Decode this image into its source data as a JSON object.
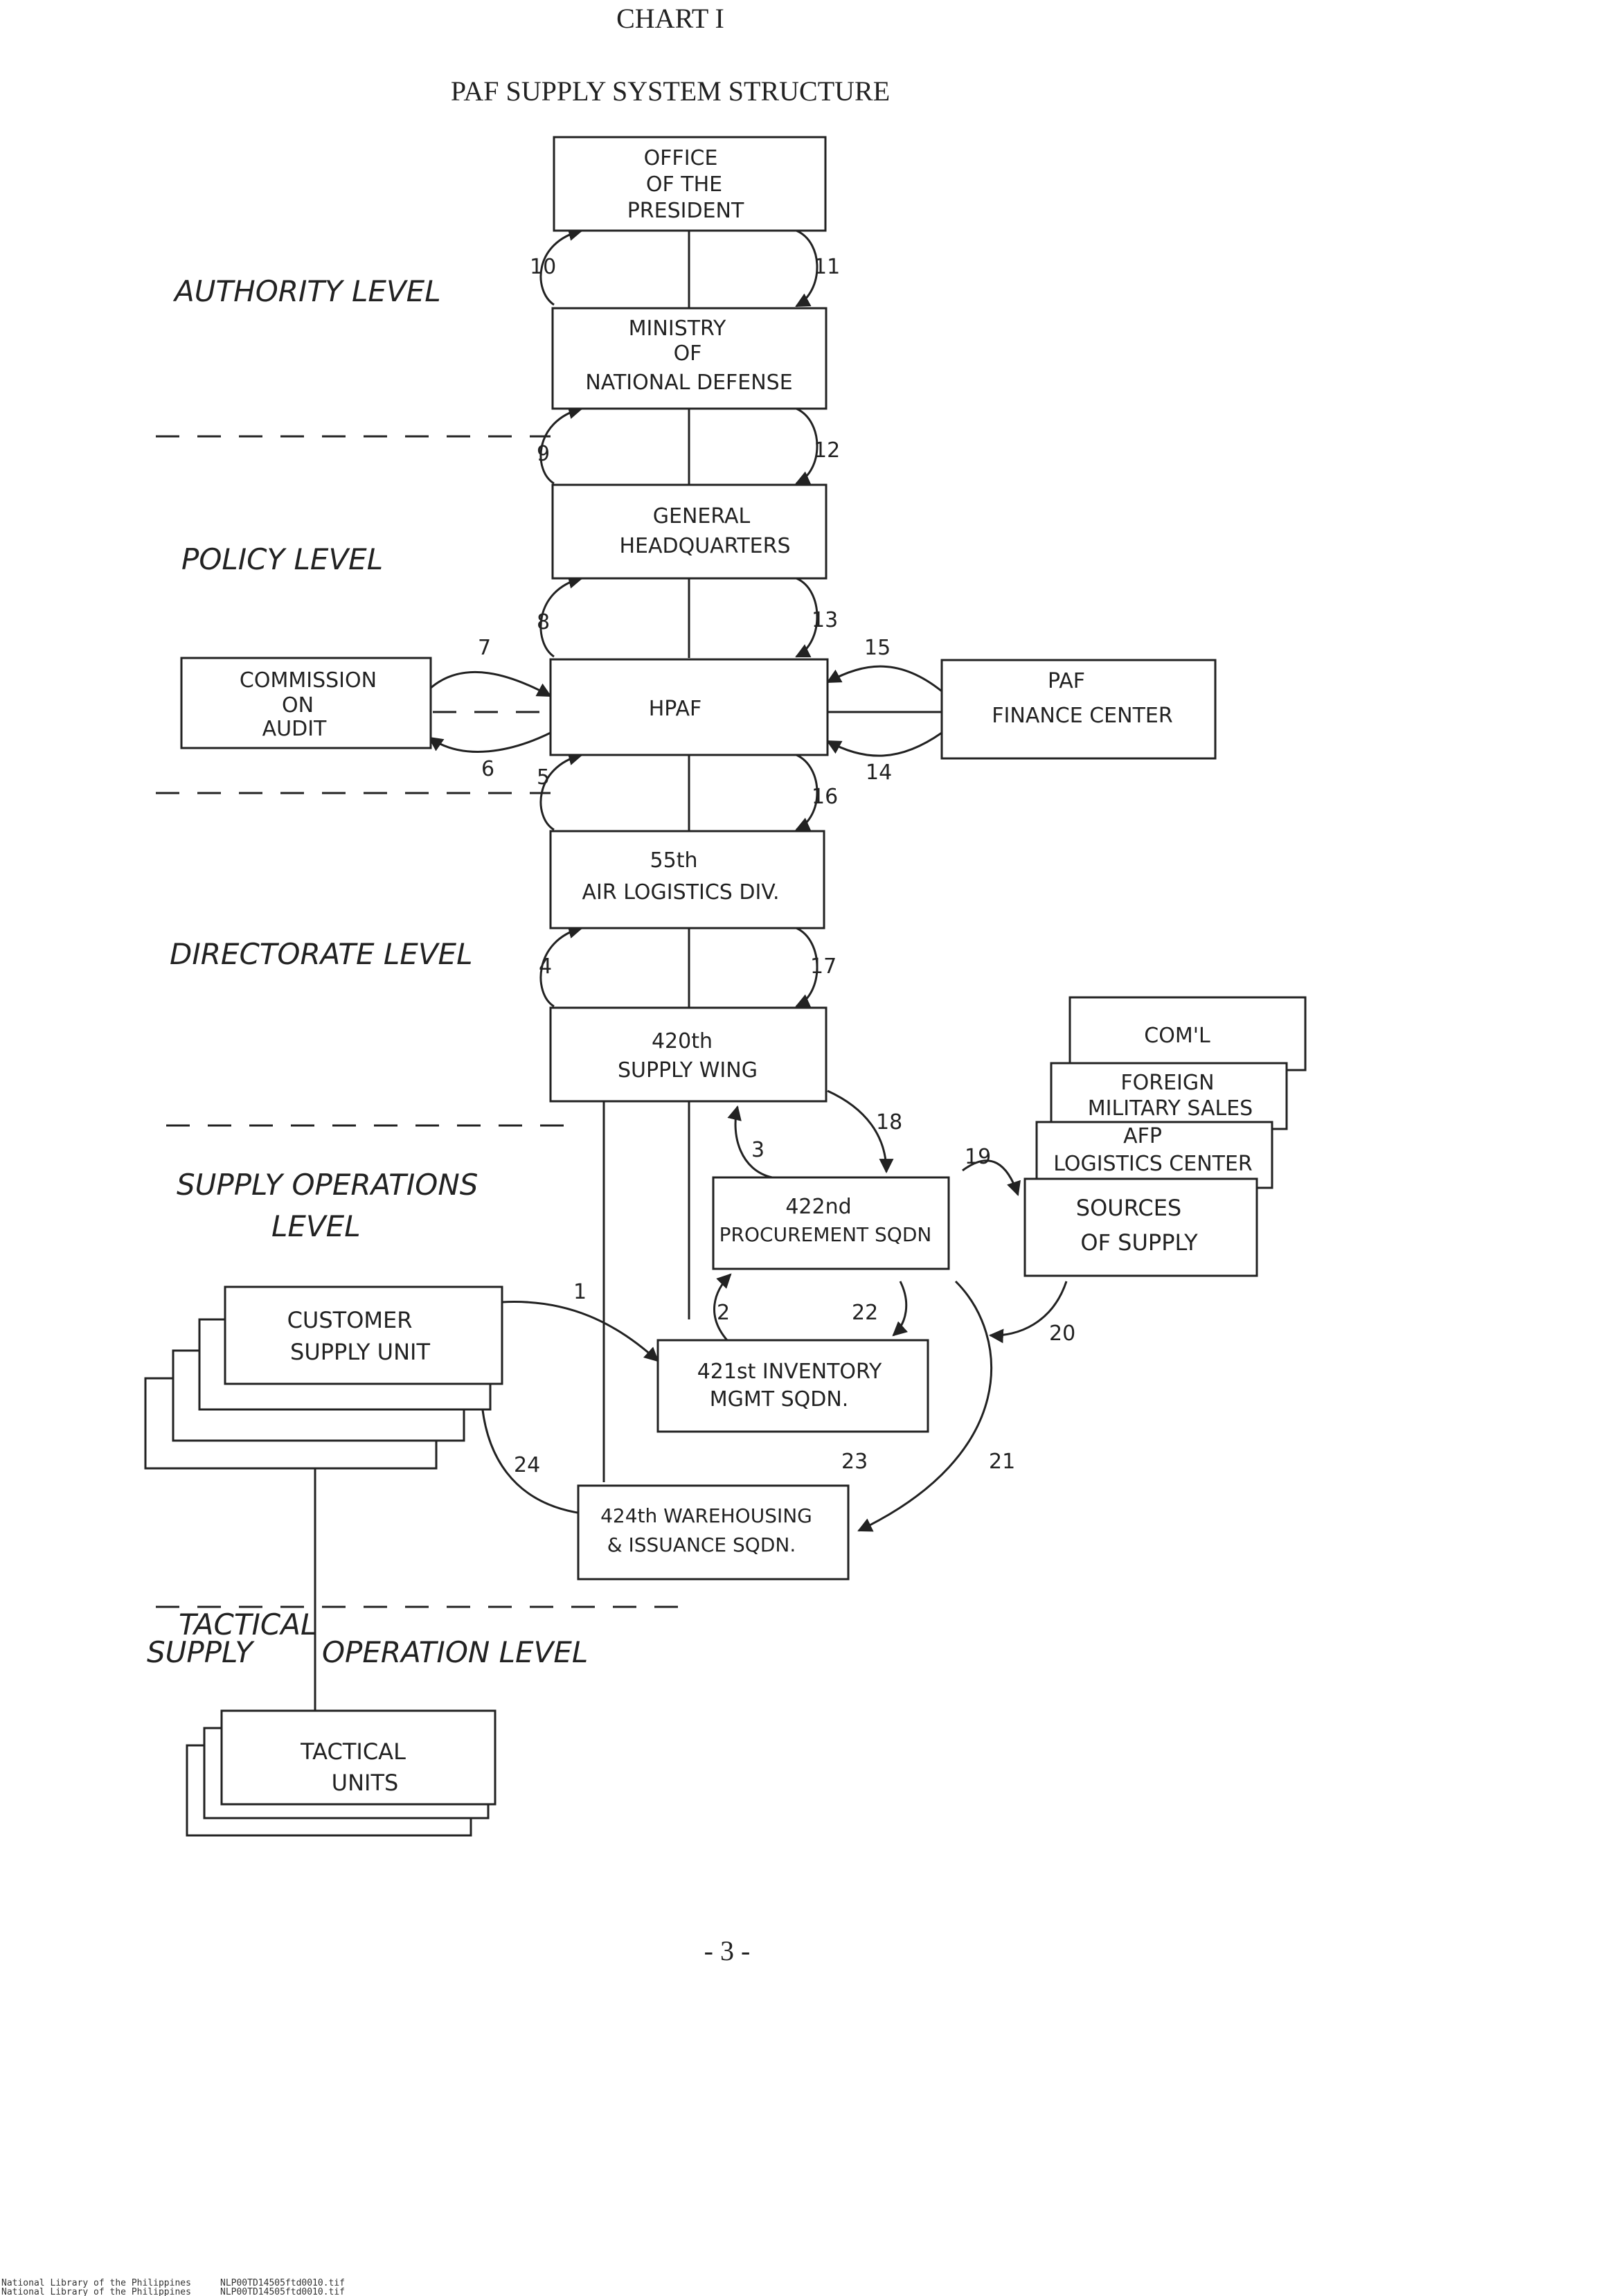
{
  "header": {
    "chart_label": "CHART I",
    "title": "PAF SUPPLY SYSTEM STRUCTURE"
  },
  "levels": {
    "authority": "AUTHORITY LEVEL",
    "policy": "POLICY LEVEL",
    "directorate": "DIRECTORATE LEVEL",
    "supply_ops_1": "SUPPLY OPERATIONS",
    "supply_ops_2": "LEVEL",
    "tactical_1": "TACTICAL",
    "tactical_2": "SUPPLY",
    "tactical_3": "OPERATION LEVEL"
  },
  "nodes": {
    "office_president": [
      "OFFICE",
      "OF THE",
      "PRESIDENT"
    ],
    "ministry": [
      "MINISTRY",
      "OF",
      "NATIONAL DEFENSE"
    ],
    "ghq": [
      "GENERAL",
      "HEADQUARTERS"
    ],
    "hpaf": [
      "HPAF"
    ],
    "coa": [
      "COMMISSION",
      "ON",
      "AUDIT"
    ],
    "finance": [
      "PAF",
      "FINANCE CENTER"
    ],
    "air_log": [
      "55th",
      "AIR LOGISTICS DIV."
    ],
    "supply_wing": [
      "420th",
      "SUPPLY WING"
    ],
    "procurement": [
      "422nd",
      "PROCUREMENT SQDN"
    ],
    "inventory": [
      "421st INVENTORY",
      "MGMT SQDN."
    ],
    "warehousing": [
      "424th WAREHOUSING",
      "& ISSUANCE SQDN."
    ],
    "customer": [
      "CUSTOMER",
      "SUPPLY UNIT"
    ],
    "tactical": [
      "TACTICAL",
      "UNITS"
    ],
    "sources": [
      "SOURCES",
      "OF SUPPLY"
    ],
    "afp_log": [
      "AFP",
      "LOGISTICS CENTER"
    ],
    "fms": [
      "FOREIGN",
      "MILITARY SALES"
    ],
    "coml": [
      "COM'L"
    ]
  },
  "flow_numbers": {
    "n1": "1",
    "n2": "2",
    "n3": "3",
    "n4": "4",
    "n5": "5",
    "n6": "6",
    "n7": "7",
    "n8": "8",
    "n9": "9",
    "n10": "10",
    "n11": "11",
    "n12": "12",
    "n13": "13",
    "n14": "14",
    "n15": "15",
    "n16": "16",
    "n17": "17",
    "n18": "18",
    "n19": "19",
    "n20": "20",
    "n21": "21",
    "n22": "22",
    "n23": "23",
    "n24": "24"
  },
  "page_number": "- 3 -",
  "footer": {
    "line1_left": "National Library of the Philippines",
    "line1_right": "NLP00TD14505ftd0010.tif",
    "line2_left": "National Library of the Philippines",
    "line2_right": "NLP00TD14505ftd0010.tif"
  }
}
